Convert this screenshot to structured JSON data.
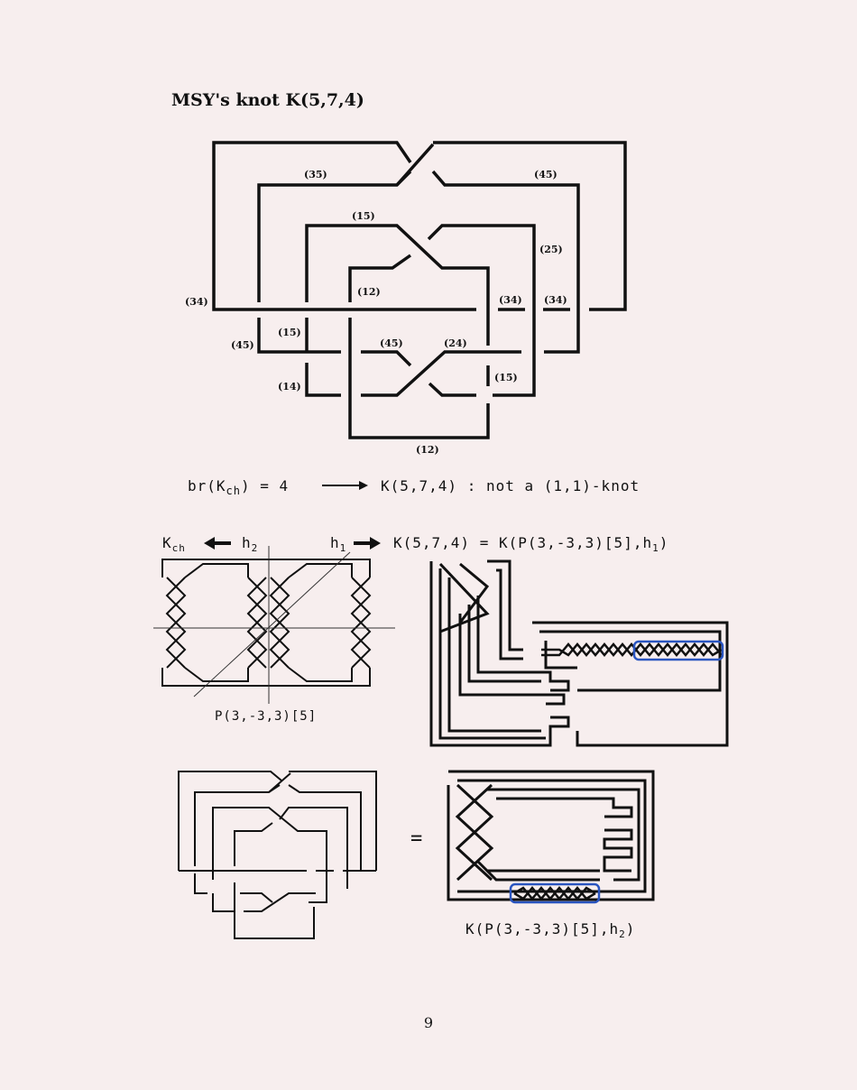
{
  "page": {
    "title": "MSY's knot K(5,7,4)",
    "page_number": "9"
  },
  "diagram_top": {
    "labels": [
      "(35)",
      "(45)",
      "(15)",
      "(25)",
      "(12)",
      "(34)",
      "(34)",
      "(34)",
      "(45)",
      "(15)",
      "(45)",
      "(24)",
      "(14)",
      "(15)",
      "(12)"
    ]
  },
  "statement": {
    "left": "br(K",
    "sub": "ch",
    "mid": ") = 4",
    "right": "K(5,7,4) : not a (1,1)-knot"
  },
  "section2": {
    "kch": "K",
    "kch_sub": "ch",
    "h2": "h",
    "h2_sub": "2",
    "h1": "h",
    "h1_sub": "1",
    "equation": "K(5,7,4) = K(P(3,-3,3)[5],h",
    "equation_sub": "1",
    "equation_end": ")",
    "pretzel_caption": "P(3,-3,3)[5]"
  },
  "section3": {
    "equals": "=",
    "caption": "K(P(3,-3,3)[5],h",
    "caption_sub": "2",
    "caption_end": ")"
  },
  "colors": {
    "ink": "#111111",
    "highlight": "#2a55c0",
    "paper": "#f7eeee"
  }
}
